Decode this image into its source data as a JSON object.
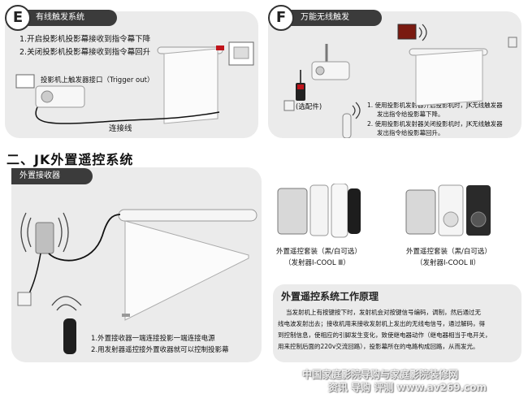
{
  "panel_e": {
    "badge": "E",
    "tab": "有线触发系统",
    "line1": "1.开启投影机投影幕接收到指令幕下降",
    "line2": "2.关闭投影机投影幕接收到指令幕回升",
    "trigger_label": "投影机上触发器接口（Trigger out）",
    "cable_label": "连接线"
  },
  "panel_f": {
    "badge": "F",
    "tab": "万能无线触发",
    "option_label": "(选配件)",
    "note1a": "1. 使用投影机发射器开启投影机时，JK无线触发器",
    "note1b": "发出指令给投影幕下降。",
    "note2a": "2. 使用投影机发射器关闭投影机时，JK无线触发器",
    "note2b": "发出指令给投影幕回升。"
  },
  "section2": {
    "title": "二、JK外置遥控系统"
  },
  "receiver_panel": {
    "tab": "外置接收器",
    "line1": "1.外置接收器一端连接投影一端连接电源",
    "line2": "2.用发射器遥控接外置收器就可以控制投影幕"
  },
  "kit1": {
    "line1": "外置遥控套装（黑/白可选）",
    "line2": "（发射器I-COOL Ⅲ）"
  },
  "kit2": {
    "line1": "外置遥控套装（黑/白可选）",
    "line2": "（发射器I-COOL Ⅱ）"
  },
  "principle": {
    "title": "外置遥控系统工作原理",
    "p1": "当发射机上有按键按下时，发射机会对按键信号编码，调制，然后通过无",
    "p2": "线电波发射出去；接收机用来接收发射机上发出的无线电信号，通过解码，得",
    "p3": "到控制信息，使相应的引脚发生变化，致使继电器动作（继电器相当于电开关，",
    "p4": "用来控制后面的220v交流回路），投影幕所在的电路构成回路，从而发光。"
  },
  "watermark": {
    "line1": "中国家庭影院导购与家庭影院装修网",
    "line2": "资讯 导购 评测 www.av269.com"
  },
  "colors": {
    "panel_bg": "#ebebeb",
    "tab_bg": "#3b3b3b",
    "accent_red": "#c0141b"
  }
}
